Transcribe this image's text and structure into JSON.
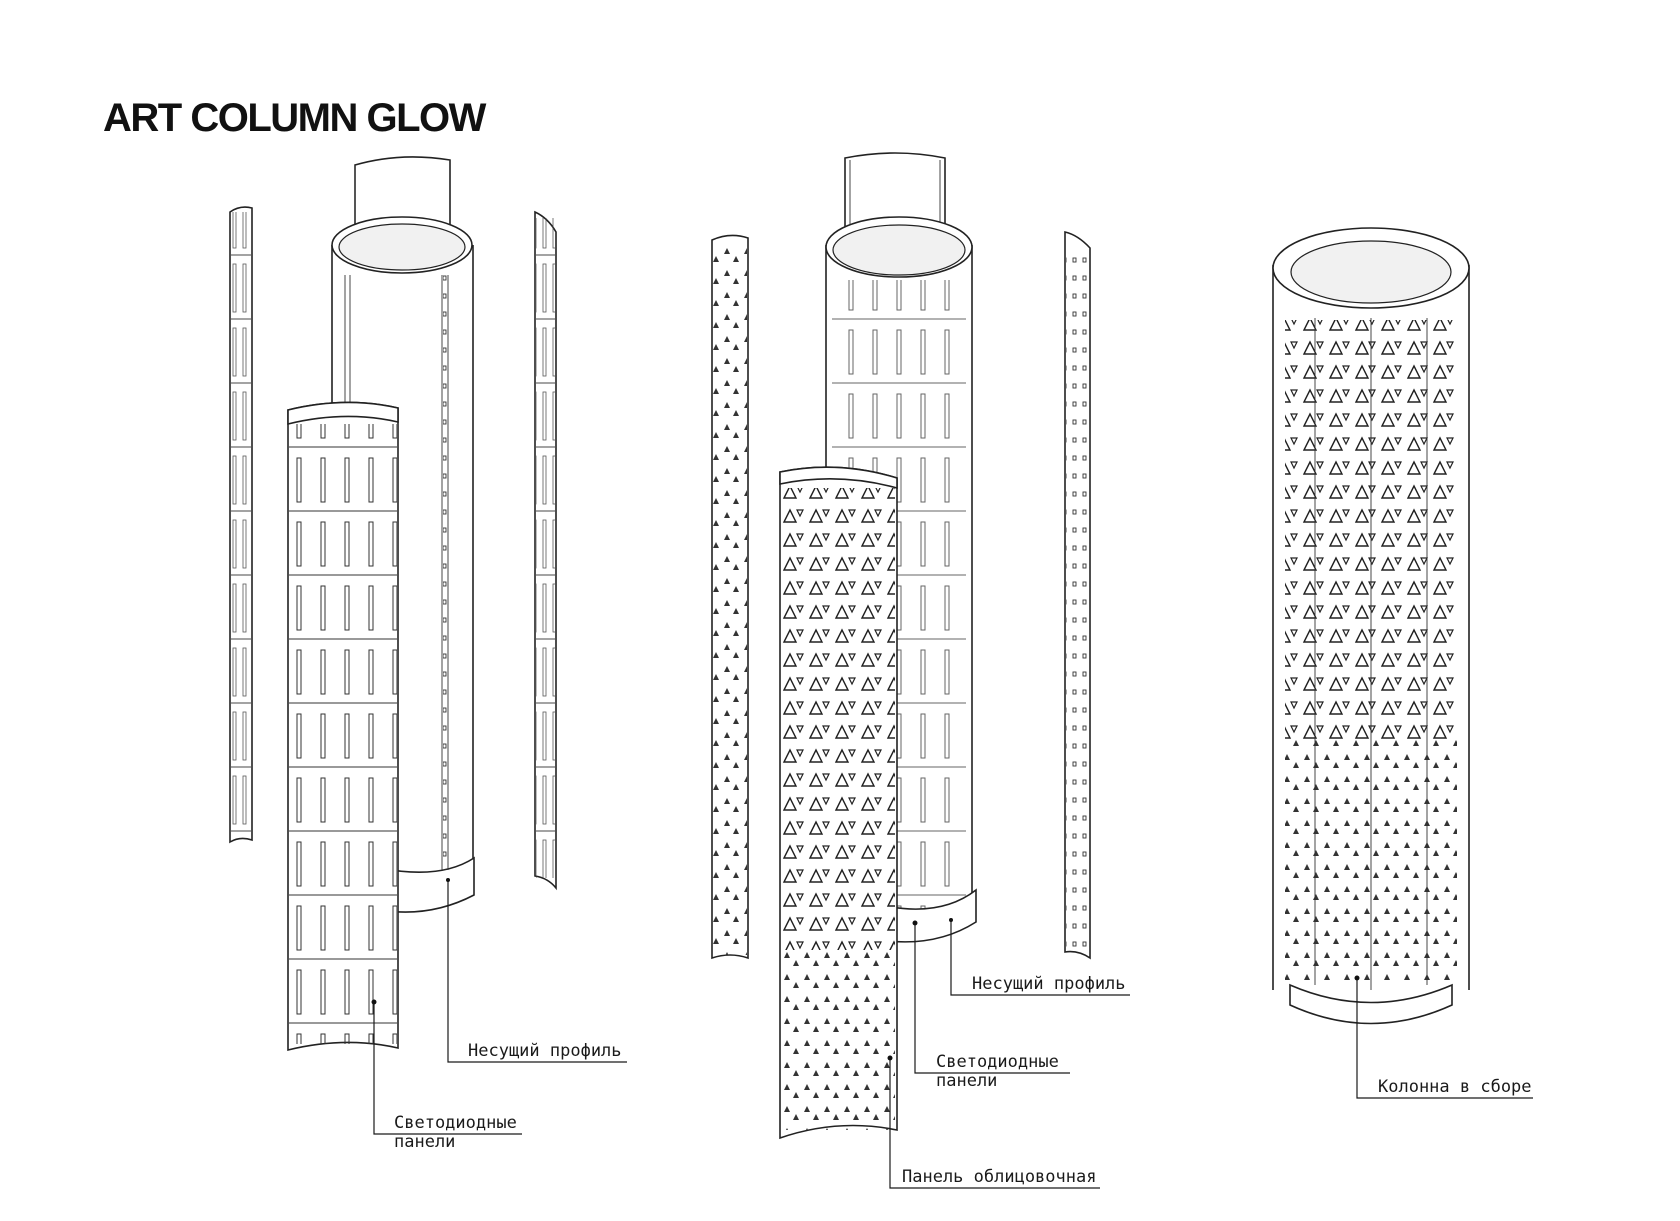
{
  "title": "ART COLUMN GLOW",
  "labels": {
    "c1_profile": "Несущий профиль",
    "c1_led_1": "Светодиодные",
    "c1_led_2": "панели",
    "c2_profile": "Несущий профиль",
    "c2_led_1": "Светодиодные",
    "c2_led_2": "панели",
    "c2_cladding": "Панель облицовочная",
    "c3_assembled": "Колонна в сборе"
  }
}
